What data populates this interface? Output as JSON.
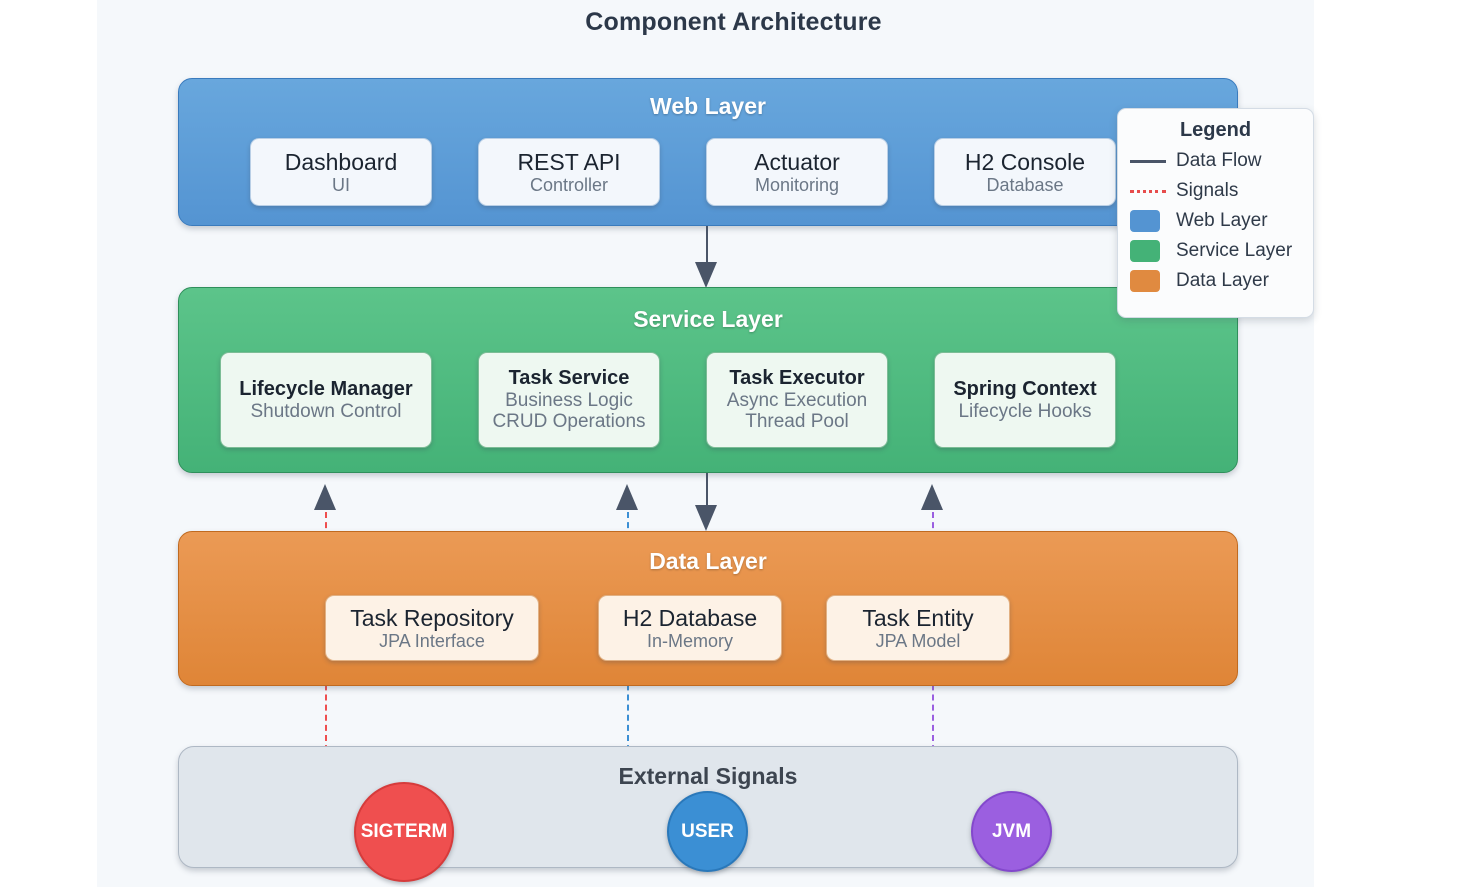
{
  "title": "Component Architecture",
  "colors": {
    "web": "#5494d2",
    "service": "#44b277",
    "data": "#df8537",
    "signals_band": "#e0e6ec",
    "data_flow": "#4a5568",
    "signal_red": "#ef4f4f",
    "signal_blue": "#3b8fd4",
    "signal_purple": "#9b5fe0"
  },
  "web_layer": {
    "title": "Web Layer",
    "components": [
      {
        "name": "Dashboard",
        "subtitle": "UI"
      },
      {
        "name": "REST API",
        "subtitle": "Controller"
      },
      {
        "name": "Actuator",
        "subtitle": "Monitoring"
      },
      {
        "name": "H2 Console",
        "subtitle": "Database"
      }
    ]
  },
  "service_layer": {
    "title": "Service Layer",
    "components": [
      {
        "name": "Lifecycle Manager",
        "subtitle": "Shutdown Control"
      },
      {
        "name": "Task Service",
        "subtitle": "Business Logic\nCRUD Operations"
      },
      {
        "name": "Task Executor",
        "subtitle": "Async Execution\nThread Pool"
      },
      {
        "name": "Spring Context",
        "subtitle": "Lifecycle Hooks"
      }
    ]
  },
  "data_layer": {
    "title": "Data Layer",
    "components": [
      {
        "name": "Task Repository",
        "subtitle": "JPA Interface"
      },
      {
        "name": "H2 Database",
        "subtitle": "In-Memory"
      },
      {
        "name": "Task Entity",
        "subtitle": "JPA Model"
      }
    ]
  },
  "signals_layer": {
    "title": "External Signals",
    "signals": [
      {
        "label": "SIGTERM",
        "color": "#ef4f4f"
      },
      {
        "label": "USER",
        "color": "#3b8fd4"
      },
      {
        "label": "JVM",
        "color": "#9b5fe0"
      }
    ]
  },
  "legend": {
    "title": "Legend",
    "items": [
      {
        "kind": "line",
        "label": "Data Flow",
        "color": "#4a5568"
      },
      {
        "kind": "dashed",
        "label": "Signals",
        "color": "#e74c4c"
      },
      {
        "kind": "swatch",
        "label": "Web Layer",
        "color": "#5494d2"
      },
      {
        "kind": "swatch",
        "label": "Service Layer",
        "color": "#44b277"
      },
      {
        "kind": "swatch",
        "label": "Data Layer",
        "color": "#e08a40"
      }
    ]
  }
}
